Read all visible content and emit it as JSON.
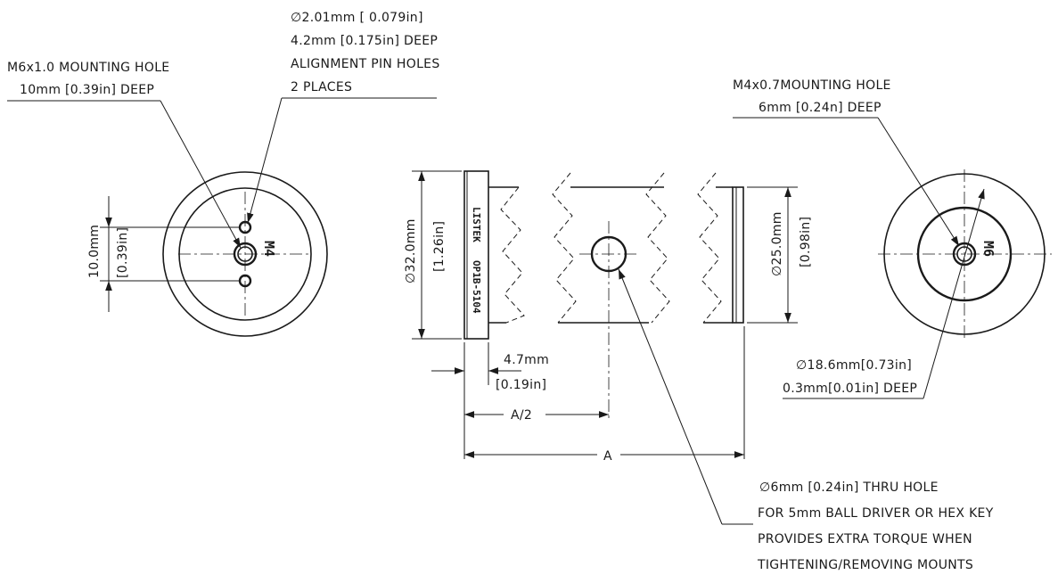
{
  "left_view": {
    "mount_hole_note": [
      "M6x1.0 MOUNTING HOLE",
      "10mm [0.39in] DEEP"
    ],
    "pin_note": [
      "∅2.01mm [ 0.079in]",
      "4.2mm [0.175in] DEEP",
      "ALIGNMENT PIN HOLES",
      "2 PLACES"
    ],
    "dim_spacing_mm": "10.0mm",
    "dim_spacing_in": "[0.39in]",
    "thread_marking": "M4"
  },
  "side_view": {
    "dim_diameter_mm": "∅32.0mm",
    "dim_diameter_in": "[1.26in]",
    "brand_marking": "LISTEK",
    "part_marking": "OP1B-5104",
    "dim_right_mm": "∅25.0mm",
    "dim_right_in": "[0.98in]",
    "dim_flange_mm": "4.7mm",
    "dim_flange_in": "[0.19in]",
    "dim_half_length": "A/2",
    "dim_length": "A",
    "thru_hole_note": [
      "∅6mm [0.24in] THRU HOLE",
      "FOR 5mm BALL DRIVER OR HEX KEY",
      "PROVIDES EXTRA TORQUE WHEN",
      "TIGHTENING/REMOVING MOUNTS"
    ]
  },
  "right_view": {
    "mount_hole_note": [
      "M4x0.7MOUNTING HOLE",
      "6mm [0.24n] DEEP"
    ],
    "counterbore_note": [
      "∅18.6mm[0.73in]",
      "0.3mm[0.01in] DEEP"
    ],
    "thread_marking": "M6"
  }
}
